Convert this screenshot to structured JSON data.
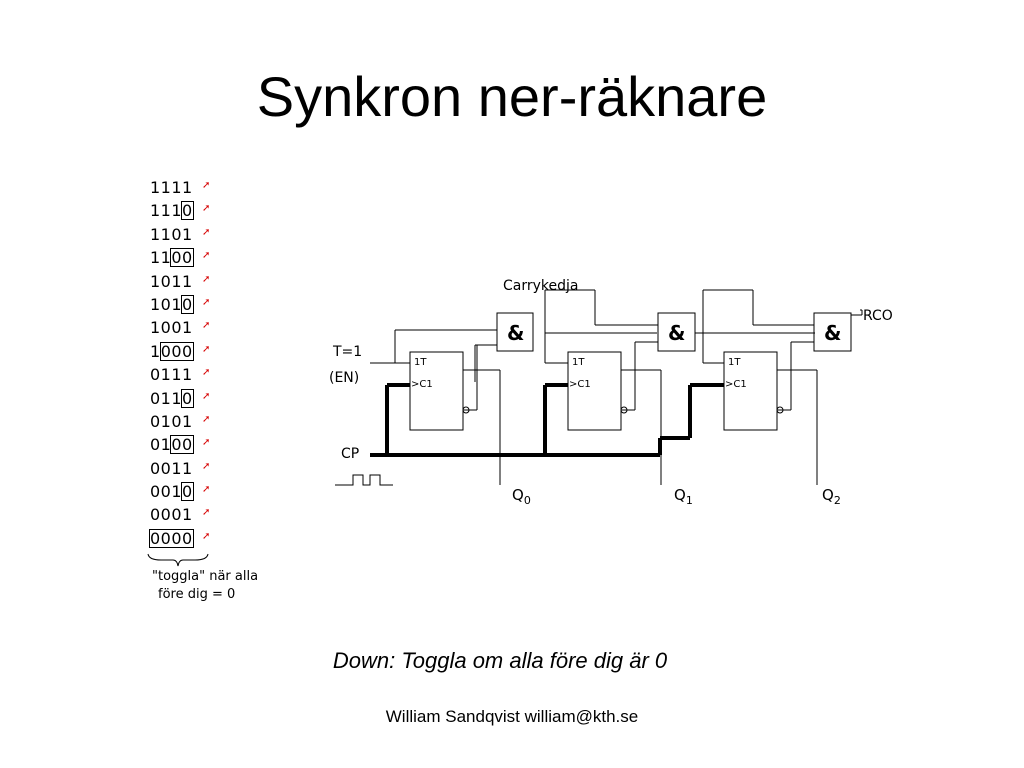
{
  "slide": {
    "title": "Synkron ner-räknare",
    "caption": "Down:  Toggla om alla före dig är 0",
    "footer": "William Sandqvist  william@kth.se"
  },
  "sequence": {
    "rows": [
      {
        "plain": "1111",
        "boxed": ""
      },
      {
        "plain": "111",
        "boxed": "0"
      },
      {
        "plain": "1101",
        "boxed": ""
      },
      {
        "plain": "11",
        "boxed": "00"
      },
      {
        "plain": "1011",
        "boxed": ""
      },
      {
        "plain": "101",
        "boxed": "0"
      },
      {
        "plain": "1001",
        "boxed": ""
      },
      {
        "plain": "1",
        "boxed": "000"
      },
      {
        "plain": "0111",
        "boxed": ""
      },
      {
        "plain": "011",
        "boxed": "0"
      },
      {
        "plain": "0101",
        "boxed": ""
      },
      {
        "plain": "01",
        "boxed": "00"
      },
      {
        "plain": "0011",
        "boxed": ""
      },
      {
        "plain": "001",
        "boxed": "0"
      },
      {
        "plain": "0001",
        "boxed": ""
      },
      {
        "plain": "",
        "boxed": "0000"
      }
    ],
    "note_line1": "\"toggla\" när alla",
    "note_line2": "före dig = 0",
    "arrow_color": "#d60000"
  },
  "circuit": {
    "carry_label": "Carrykedja",
    "rco_label": "RCO",
    "t_label": "T=1",
    "en_label": "(EN)",
    "cp_label": "CP",
    "gate_symbol": "&",
    "ff_top_label": "1T",
    "ff_clock_label": ">C1",
    "outputs": [
      {
        "q": "Q",
        "sub": "0"
      },
      {
        "q": "Q",
        "sub": "1"
      },
      {
        "q": "Q",
        "sub": "2"
      }
    ]
  }
}
